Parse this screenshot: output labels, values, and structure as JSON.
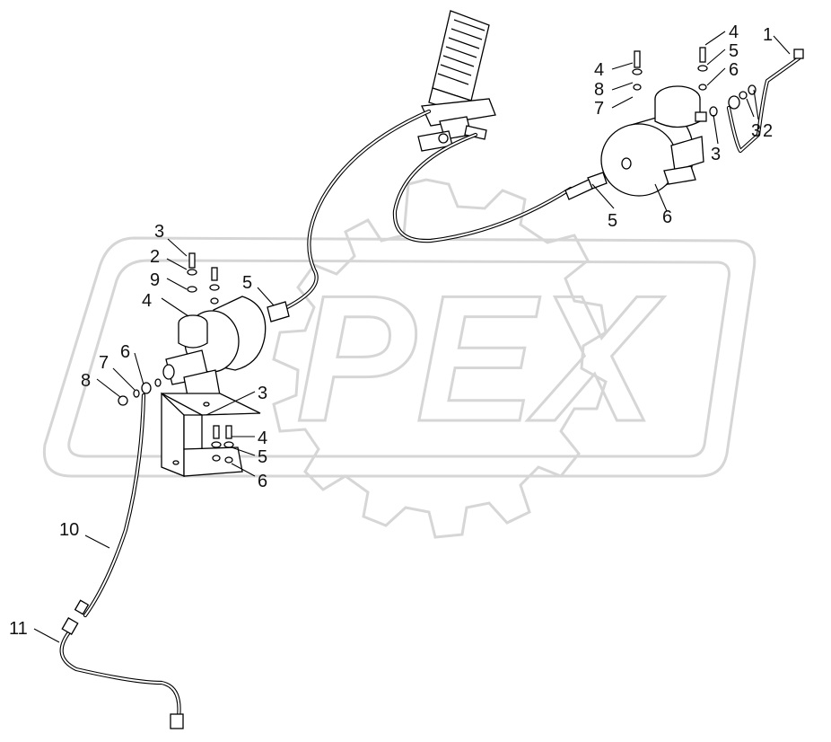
{
  "watermark": {
    "text": "PEX",
    "color": "#d9d9d9"
  },
  "callouts": [
    {
      "id": "c1",
      "text": "1"
    },
    {
      "id": "c2",
      "text": "2"
    },
    {
      "id": "c3a",
      "text": "3"
    },
    {
      "id": "c3b",
      "text": "3"
    },
    {
      "id": "c4",
      "text": "4"
    },
    {
      "id": "c5",
      "text": "5"
    },
    {
      "id": "c6",
      "text": "6"
    },
    {
      "id": "c4b",
      "text": "4"
    },
    {
      "id": "c5b",
      "text": "5"
    },
    {
      "id": "c6b",
      "text": "6"
    },
    {
      "id": "c8",
      "text": "8"
    },
    {
      "id": "c7",
      "text": "7"
    },
    {
      "id": "c4c",
      "text": "4"
    },
    {
      "id": "c5c",
      "text": "5"
    },
    {
      "id": "c6c",
      "text": "6"
    },
    {
      "id": "c7b",
      "text": "7"
    },
    {
      "id": "c8b",
      "text": "8"
    },
    {
      "id": "c3c",
      "text": "3"
    },
    {
      "id": "c3d",
      "text": "3"
    },
    {
      "id": "c2b",
      "text": "2"
    },
    {
      "id": "c9",
      "text": "9"
    },
    {
      "id": "c4d",
      "text": "4"
    },
    {
      "id": "c5d",
      "text": "5"
    },
    {
      "id": "c6d",
      "text": "6"
    },
    {
      "id": "c10",
      "text": "10"
    },
    {
      "id": "c11",
      "text": "11"
    }
  ]
}
